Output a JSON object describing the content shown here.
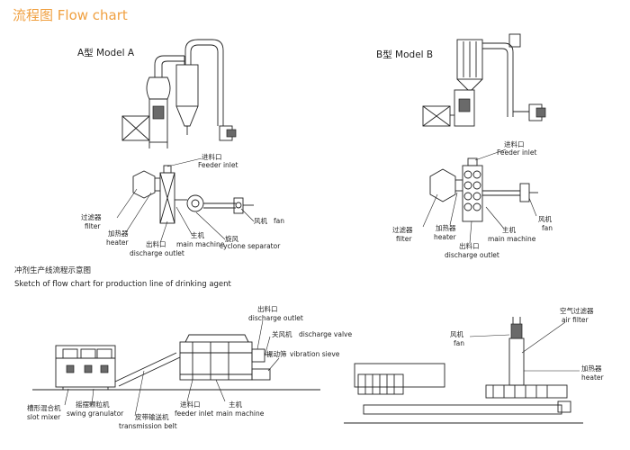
{
  "title": "流程图  Flow chart",
  "model_a": {
    "heading": "A型 Model A",
    "labels": {
      "feeder_inlet_cn": "进料口",
      "feeder_inlet_en": "Feeder inlet",
      "filter_cn": "过滤器",
      "filter_en": "filter",
      "heater_cn": "加热器",
      "heater_en": "heater",
      "discharge_outlet_cn": "出料口",
      "discharge_outlet_en": "discharge outlet",
      "main_machine_cn": "主机",
      "main_machine_en": "main machine",
      "cyclone_cn": "旋风",
      "cyclone_en": "cyclone separator",
      "fan_cn": "风机",
      "fan_en": "fan"
    }
  },
  "model_b": {
    "heading": "B型 Model B",
    "labels": {
      "feeder_inlet_cn": "进料口",
      "feeder_inlet_en": "Feeder inlet",
      "filter_cn": "过滤器",
      "filter_en": "filter",
      "heater_cn": "加热器",
      "heater_en": "heater",
      "discharge_outlet_cn": "出料口",
      "discharge_outlet_en": "discharge outlet",
      "main_machine_cn": "主机",
      "main_machine_en": "main machine",
      "fan_cn": "风机",
      "fan_en": "fan"
    }
  },
  "production_line": {
    "heading_cn": "冲剂生产线流程示意图",
    "heading_en": "Sketch of flow chart for production line of drinking agent",
    "labels": {
      "slot_mixer_cn": "槽形混合机",
      "slot_mixer_en": "slot mixer",
      "swing_granulator_cn": "摇摆颗粒机",
      "swing_granulator_en": "swing granulator",
      "belt_cn": "皮带输送机",
      "belt_en": "transmission belt",
      "feeder_inlet_cn": "进料口",
      "feeder_inlet_en": "feeder inlet",
      "main_machine_cn": "主机",
      "main_machine_en": "main machine",
      "discharge_outlet_cn": "出料口",
      "discharge_outlet_en": "discharge outlet",
      "discharge_valve_cn": "关风机",
      "discharge_valve_en": "discharge valve",
      "vibration_sieve_cn": "振动筛",
      "vibration_sieve_en": "vibration sieve"
    }
  },
  "line_right": {
    "labels": {
      "fan_cn": "风机",
      "fan_en": "fan",
      "air_filter_cn": "空气过滤器",
      "air_filter_en": "air filter",
      "heater_cn": "加热器",
      "heater_en": "heater"
    }
  },
  "colors": {
    "title": "#f0a040",
    "line": "#222222",
    "dark_fill": "#6a6a6a"
  }
}
